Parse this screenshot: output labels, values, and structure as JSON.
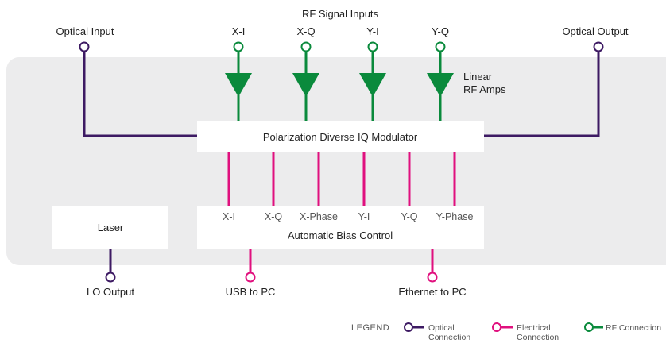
{
  "colors": {
    "optical": "#3d1a63",
    "electrical": "#e0107e",
    "rf": "#0a8a3c",
    "panel": "#ececed",
    "box": "#ffffff",
    "text": "#222222",
    "muted": "#555555"
  },
  "labels": {
    "rf_signal_inputs": "RF Signal Inputs",
    "optical_input": "Optical Input",
    "optical_output": "Optical Output",
    "linear_rf_amps_1": "Linear",
    "linear_rf_amps_2": "RF Amps",
    "modulator": "Polarization Diverse IQ Modulator",
    "laser": "Laser",
    "bias_control": "Automatic Bias Control",
    "lo_output": "LO Output",
    "usb_to_pc": "USB to PC",
    "ethernet_to_pc": "Ethernet to PC"
  },
  "rf_inputs": [
    "X-I",
    "X-Q",
    "Y-I",
    "Y-Q"
  ],
  "bias_ports": [
    "X-I",
    "X-Q",
    "X-Phase",
    "Y-I",
    "Y-Q",
    "Y-Phase"
  ],
  "legend": {
    "title": "LEGEND",
    "optical_1": "Optical",
    "optical_2": "Connection",
    "electrical_1": "Electrical",
    "electrical_2": "Connection",
    "rf": "RF Connection"
  }
}
